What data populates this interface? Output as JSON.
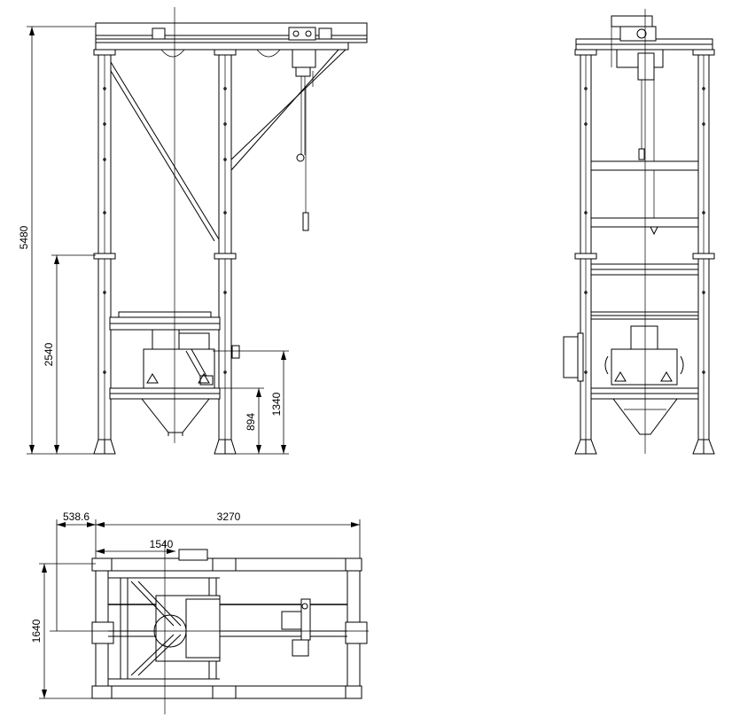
{
  "drawing": {
    "dimensions": {
      "overall_height": "5480",
      "frame_height": "2540",
      "hopper_top_height": "1340",
      "hopper_outlet_height": "894",
      "plan_offset": "538.6",
      "plan_length": "3270",
      "plan_center": "1540",
      "plan_width": "1640"
    }
  }
}
